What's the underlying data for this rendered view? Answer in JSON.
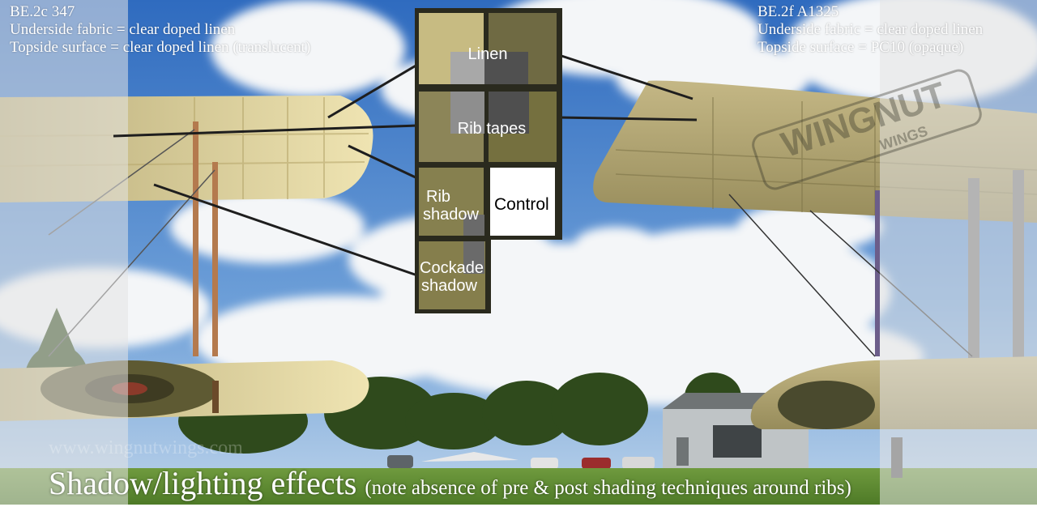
{
  "left_caption": {
    "line1": "BE.2c 347",
    "line2": "Underside fabric = clear doped linen",
    "line3": "Topside surface = clear doped linen (translucent)"
  },
  "right_caption": {
    "line1": "BE.2f A1325",
    "line2": "Underside fabric = clear doped linen",
    "line3": "Topside surface = PC10 (opaque)"
  },
  "swatches": {
    "linen": "Linen",
    "rib_tapes": "Rib tapes",
    "rib_shadow_line1": "Rib",
    "rib_shadow_line2": "shadow",
    "control": "Control",
    "cockade_line1": "Cockade",
    "cockade_line2": "shadow"
  },
  "title": {
    "main": "Shadow/lighting effects",
    "note": "(note absence of pre & post shading techniques around ribs)"
  },
  "logo_text": {
    "line1": "WINGNUT",
    "line2": "WINGS"
  },
  "watermark": "www.wingnutwings.com",
  "colors": {
    "sky": "#4a83c9",
    "grass": "#5f8a34",
    "linen": "#c7bb82",
    "pc10": "#6f6a43",
    "frame": "#2a2a1e"
  }
}
